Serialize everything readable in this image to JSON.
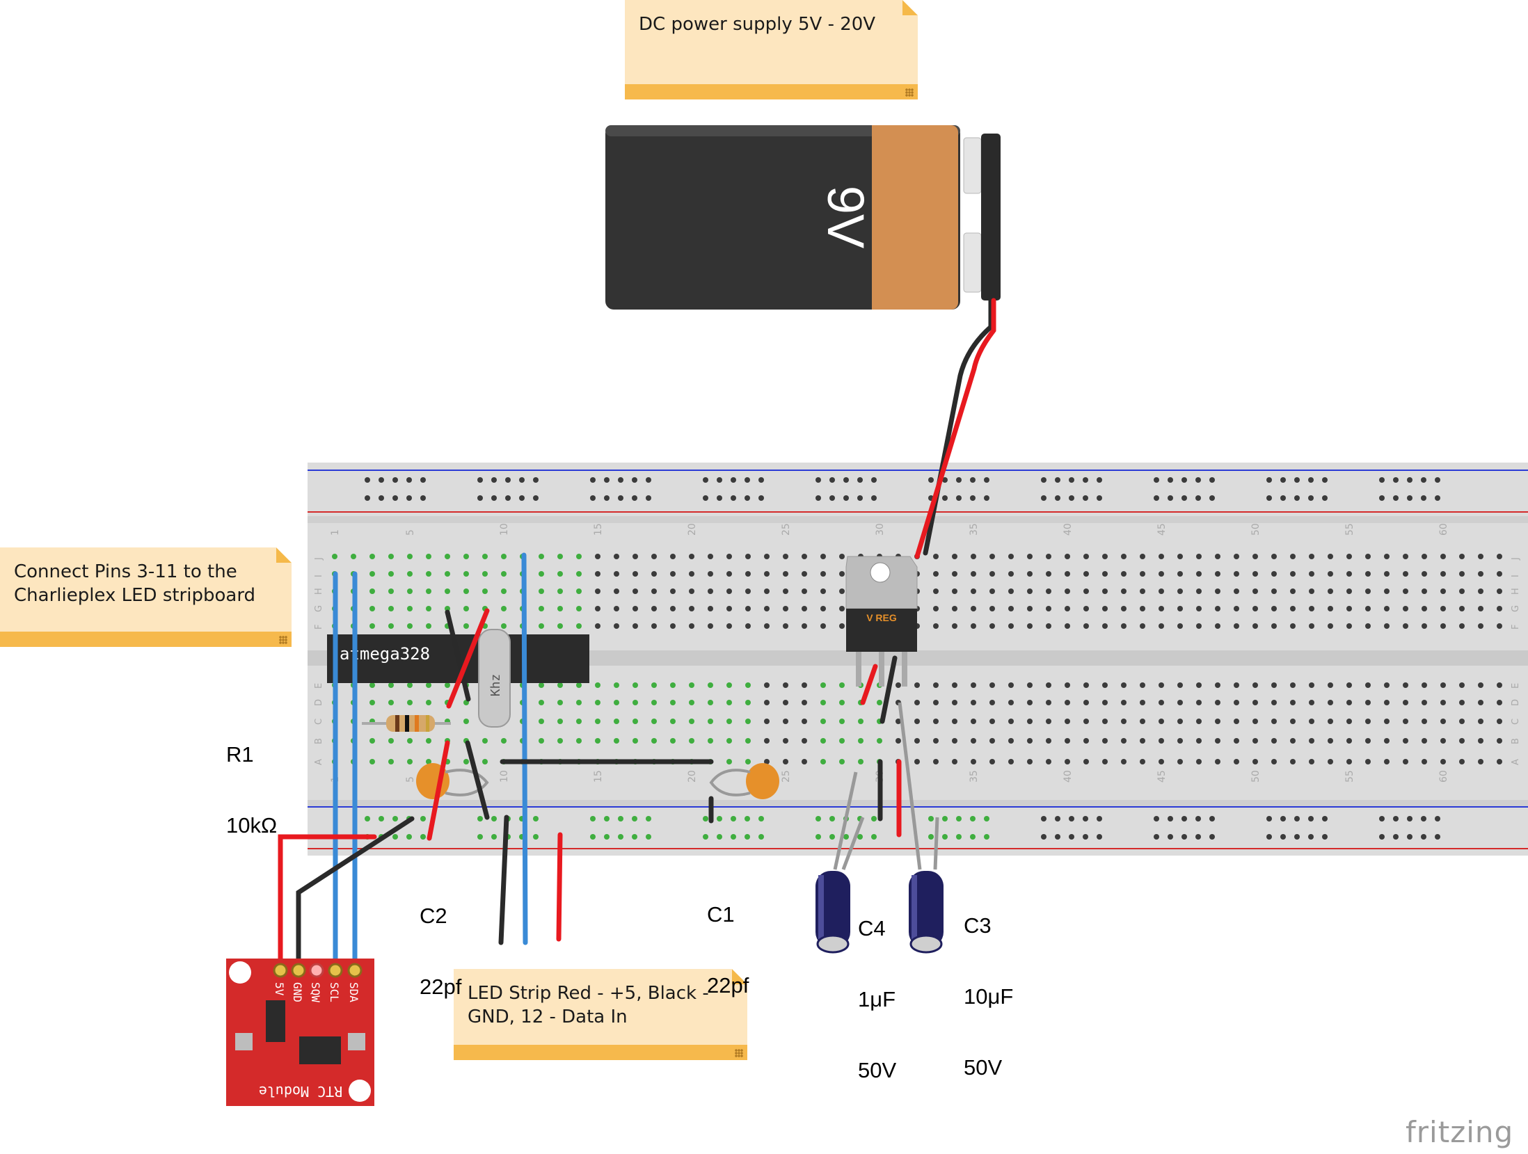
{
  "notes": {
    "power_supply": "DC power supply 5V - 20V",
    "charlieplex": "Connect Pins 3-11 to the\nCharlieplex LED stripboard",
    "led_strip": "LED Strip Red - +5, Black -\nGND, 12 - Data In"
  },
  "battery": {
    "label": "9V"
  },
  "chip": {
    "label": "atmega328"
  },
  "crystal": {
    "label": "Khz"
  },
  "regulator": {
    "label": "V REG"
  },
  "rtc": {
    "label": "RTC Module",
    "pins": [
      "5V",
      "GND",
      "SQW",
      "SCL",
      "SDA"
    ]
  },
  "components": {
    "r1_name": "R1",
    "r1_value": "10kΩ",
    "c2_name": "C2",
    "c2_value": "22pf",
    "c1_name": "C1",
    "c1_value": "22pf",
    "c4_name": "C4",
    "c4_value": "1μF",
    "c4_voltage": "50V",
    "c3_name": "C3",
    "c3_value": "10μF",
    "c3_voltage": "50V"
  },
  "breadboard": {
    "column_numbers": [
      "1",
      "5",
      "10",
      "15",
      "20",
      "25",
      "30",
      "35",
      "40",
      "45",
      "50",
      "55",
      "60"
    ],
    "row_letters_top": [
      "J",
      "I",
      "H",
      "G",
      "F"
    ],
    "row_letters_bottom": [
      "E",
      "D",
      "C",
      "B",
      "A"
    ]
  },
  "brand": "fritzing",
  "colors": {
    "wire_red": "#e8191f",
    "wire_black": "#2a2a2a",
    "wire_blue": "#3a8ad6",
    "note_bg": "#fde6bf",
    "note_bar": "#f6b94c",
    "battery_body": "#333333",
    "battery_cap": "#d38f52",
    "rtc_board": "#d42a2a",
    "breadboard": "#dcdcdc"
  }
}
